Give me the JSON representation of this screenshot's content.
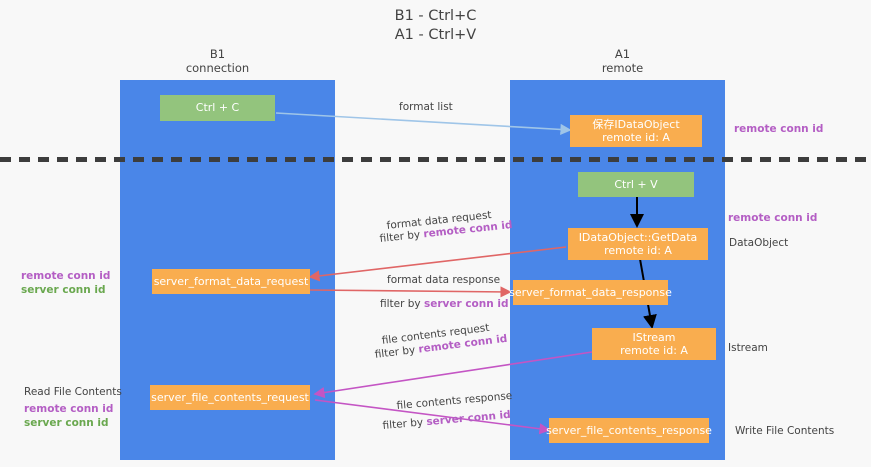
{
  "diagram": {
    "title_lines": [
      "B1 - Ctrl+C",
      "A1 - Ctrl+V"
    ],
    "lanes": [
      {
        "id": "b1",
        "title": "B1\nconnection"
      },
      {
        "id": "a1",
        "title": "A1\nremote"
      }
    ],
    "nodes": {
      "ctrl_c": {
        "label": "Ctrl + C",
        "color": "#93c47d"
      },
      "save_idataobject": {
        "line1": "保存IDataObject",
        "line2": "remote id: A",
        "color": "#f9ad4f"
      },
      "ctrl_v": {
        "label": "Ctrl + V",
        "color": "#93c47d"
      },
      "getdata": {
        "line1": "IDataObject::GetData",
        "line2": "remote id: A",
        "color": "#f9ad4f"
      },
      "server_format_data_request": {
        "label": "server_format_data_request",
        "color": "#f9ad4f"
      },
      "server_format_data_response": {
        "label": "server_format_data_response",
        "color": "#f9ad4f"
      },
      "istream": {
        "line1": "IStream",
        "line2": "remote id: A",
        "color": "#f9ad4f"
      },
      "server_file_contents_request": {
        "label": "server_file_contents_request",
        "color": "#f9ad4f"
      },
      "server_file_contents_response": {
        "label": "server_file_contents_response",
        "color": "#f9ad4f"
      }
    },
    "edge_labels": {
      "format_list": "format list",
      "format_data_request": "format data request",
      "format_data_request_filter_prefix": "filter by ",
      "format_data_request_filter_key": "remote conn id",
      "format_data_response": "format data response",
      "format_data_response_filter_prefix": "filter by ",
      "format_data_response_filter_key": "server conn id",
      "file_contents_request": "file contents request",
      "file_contents_request_filter_prefix": "filter by ",
      "file_contents_request_filter_key": "remote conn id",
      "file_contents_response": "file contents response",
      "file_contents_response_filter_prefix": "filter by ",
      "file_contents_response_filter_key": "server conn id"
    },
    "annotations": {
      "right_remote_conn_id_top": "remote conn id",
      "right_remote_conn_id_mid": "remote conn id",
      "right_dataobject": "DataObject",
      "right_istream": "Istream",
      "right_write_file_contents": "Write File Contents",
      "left_remote_conn_id_1": "remote conn id",
      "left_server_conn_id_1": "server conn id",
      "left_read_file_contents": "Read File Contents",
      "left_remote_conn_id_2": "remote conn id",
      "left_server_conn_id_2": "server conn id"
    },
    "colors": {
      "lane": "#4a86e8",
      "green": "#93c47d",
      "orange": "#f9ad4f",
      "remote_key": "#b45ec4",
      "server_key_green": "#6aa84f",
      "arrow_blue": "#9fc5e8",
      "arrow_red": "#e06666",
      "arrow_magenta": "#c455c4",
      "arrow_black": "#000000",
      "separator": "#3d3d3d"
    }
  }
}
